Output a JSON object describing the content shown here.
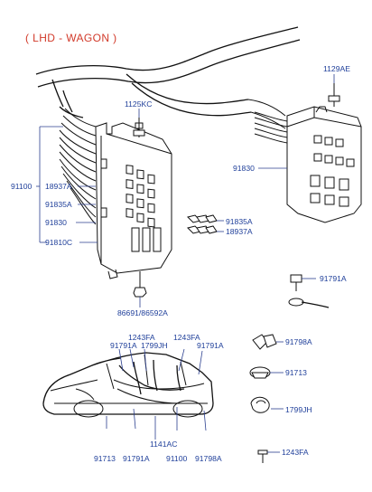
{
  "header": {
    "text": "( LHD - WAGON )"
  },
  "labels": {
    "p1129AE": "1129AE",
    "p1125KC": "1125KC",
    "p91100_top": "91100",
    "p18937A_l": "18937A",
    "p91835A_l": "91835A",
    "p91830_l": "91830",
    "p91810C": "91810C",
    "p91830_r": "91830",
    "p91835A_r": "91835A",
    "p18937A_r": "18937A",
    "p86691": "86691/86592A",
    "p91791A_r": "91791A",
    "p1243FA_a": "1243FA",
    "p1243FA_b": "1243FA",
    "p91791A_a": "91791A",
    "p1799JH_a": "1799JH",
    "p91791A_b": "91791A",
    "p91798A_r": "91798A",
    "p91713_r": "91713",
    "p1799JH_r": "1799JH",
    "p1243FA_r": "1243FA",
    "p1141AC": "1141AC",
    "p91713_b": "91713",
    "p91791A_c": "91791A",
    "p91100_b": "91100",
    "p91798A_b": "91798A"
  },
  "colors": {
    "label": "#1f3f9a",
    "header": "#d23a2a",
    "lines": "#111111"
  }
}
